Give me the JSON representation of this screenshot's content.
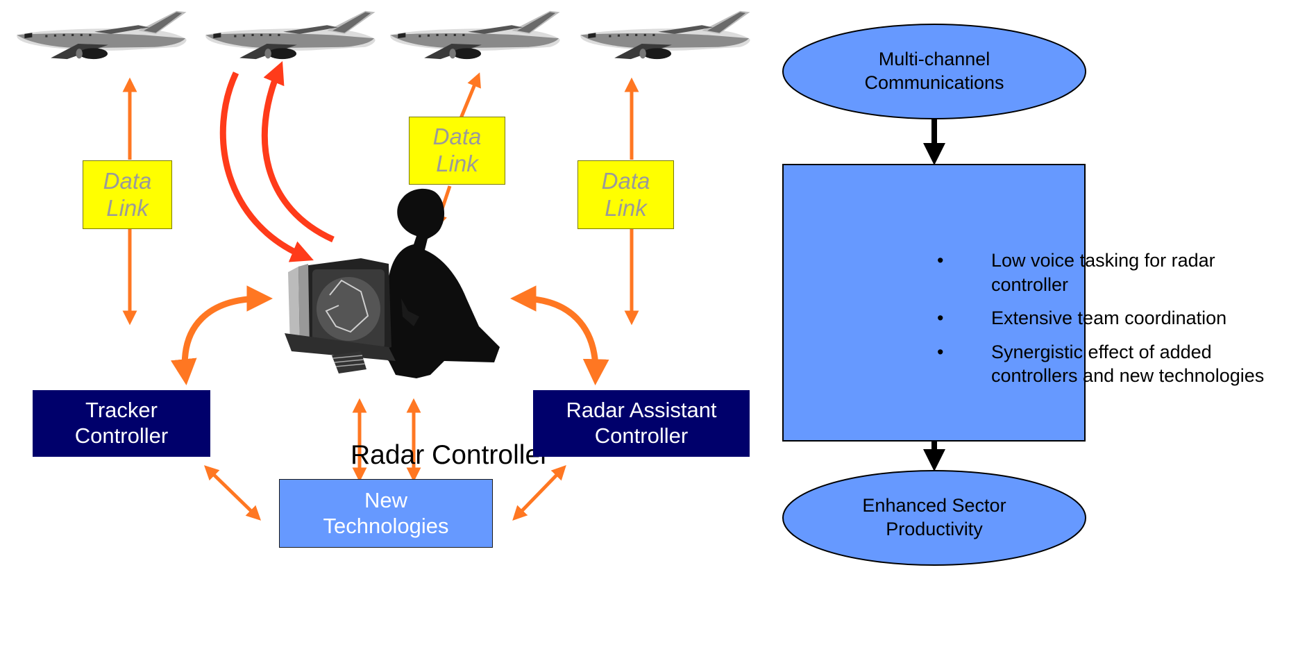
{
  "data_link_boxes": [
    {
      "line1": "Data",
      "line2": "Link"
    },
    {
      "line1": "Data",
      "line2": "Link"
    },
    {
      "line1": "Data",
      "line2": "Link"
    }
  ],
  "radar_controller_label": "Radar Controller",
  "tracker_controller": {
    "line1": "Tracker",
    "line2": "Controller"
  },
  "radar_assistant_controller": {
    "line1": "Radar Assistant",
    "line2": "Controller"
  },
  "new_technologies": {
    "line1": "New",
    "line2": "Technologies"
  },
  "flow": {
    "top_ellipse": {
      "line1": "Multi-channel",
      "line2": "Communications"
    },
    "bullet_symbol": "•",
    "bullets": [
      "Low voice tasking for radar controller",
      "Extensive team coordination",
      "Synergistic effect of added controllers and new technologies"
    ],
    "bottom_ellipse": {
      "line1": "Enhanced Sector",
      "line2": "Productivity"
    }
  },
  "colors": {
    "data_link_fill": "#ffff00",
    "navy_box": "#00006b",
    "light_blue": "#6699ff",
    "arrow_orange": "#ff7722",
    "arrow_red": "#ff3b1a"
  }
}
